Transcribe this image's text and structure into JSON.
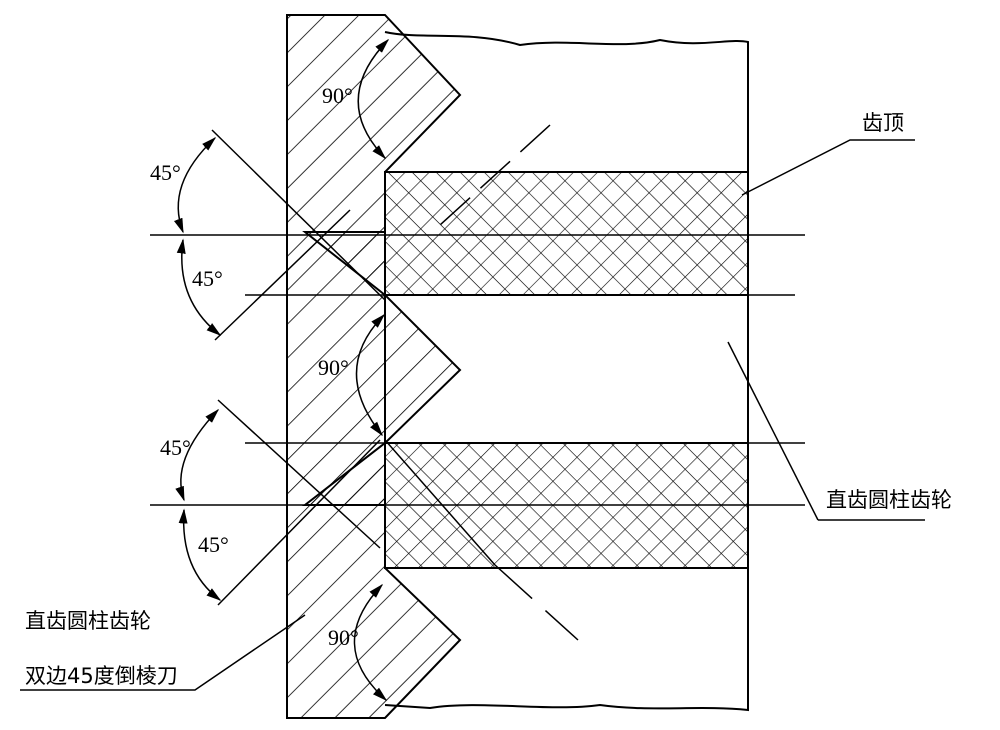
{
  "labels": {
    "tooth_top": "齿顶",
    "gear_right": "直齿圆柱齿轮",
    "gear_left": "直齿圆柱齿轮",
    "tool": "双边45度倒棱刀"
  },
  "angles": {
    "a1": "90°",
    "a2": "45°",
    "a3": "45°",
    "a4": "90°",
    "a5": "45°",
    "a6": "45°",
    "a7": "90°"
  }
}
